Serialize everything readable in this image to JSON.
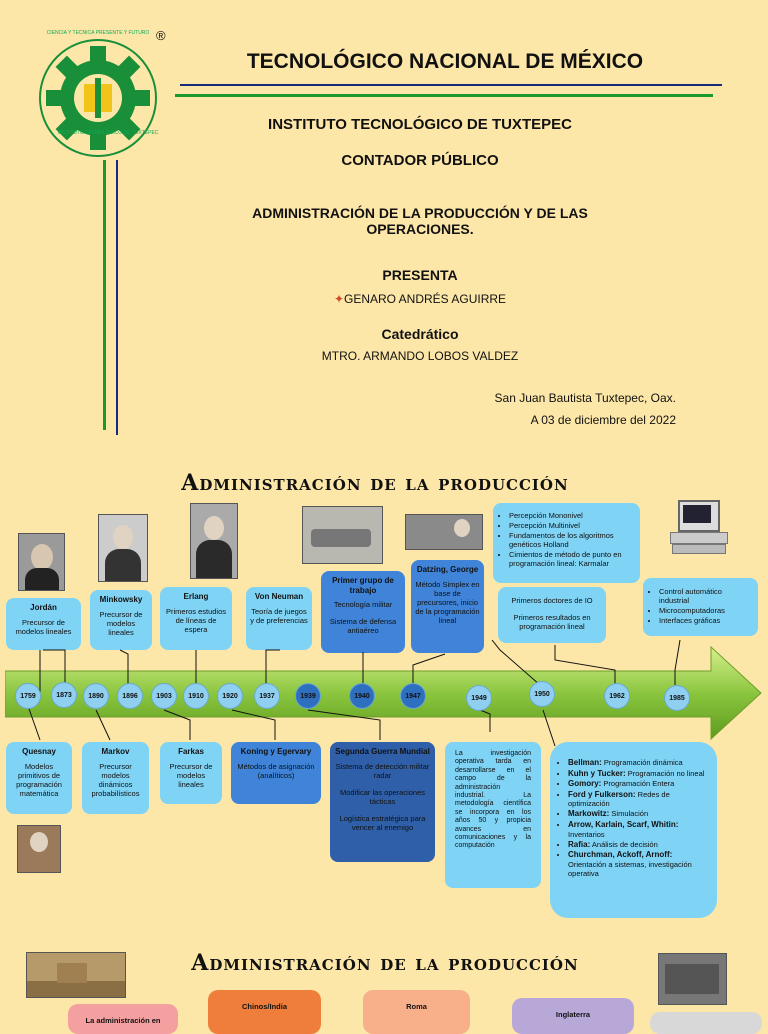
{
  "header": {
    "institution": "TECNOLÓGICO NACIONAL DE MÉXICO",
    "campus": "INSTITUTO TECNOLÓGICO DE TUXTEPEC",
    "career": "CONTADOR PÚBLICO",
    "subject": "ADMINISTRACIÓN DE LA PRODUCCIÓN Y DE LAS OPERACIONES.",
    "presenta_label": "PRESENTA",
    "student": "GENARO ANDRÉS AGUIRRE",
    "teacher_label": "Catedrático",
    "teacher": "MTRO. ARMANDO LOBOS VALDEZ",
    "place": "San Juan Bautista Tuxtepec, Oax.",
    "date": "A 03 de diciembre del 2022",
    "logo_ring_text": "INSTITUTO TECNOLOGICO DE TUXTEPEC",
    "logo_top_text": "CIENCIA Y TECNICA PRESENTE Y FUTURO",
    "registered_mark": "®"
  },
  "timeline": {
    "title": "Administración de la producción",
    "years": [
      "1759",
      "1873",
      "1890",
      "1896",
      "1903",
      "1910",
      "1920",
      "1937",
      "1939",
      "1940",
      "1947",
      "1949",
      "1950",
      "1962",
      "1985"
    ],
    "top": {
      "jordan": {
        "title": "Jordán",
        "text": "Precursor de modelos lineales"
      },
      "minkowsky": {
        "title": "Minkowsky",
        "text": "Precursor de modelos lineales"
      },
      "erlang": {
        "title": "Erlang",
        "text": "Primeros estudios de líneas de espera"
      },
      "vonneuman": {
        "title": "Von Neuman",
        "text": "Teoría de juegos y de preferencias"
      },
      "primer": {
        "title": "Primer grupo de trabajo",
        "text1": "Tecnología militar",
        "text2": "Sistema de defensa antiaéreo"
      },
      "dantzig": {
        "title": "Datzing, George",
        "text": "Método Simplex en base de precursores, inicio de la programación lineal"
      },
      "perceptron": {
        "items": [
          "Percepción Mononivel",
          "Percepción Multinivel",
          "Fundamentos de los algoritmos genéticos Holland",
          "Cimientos de método de punto en programación lineal: Karmalar"
        ]
      },
      "primeros": {
        "text1": "Primeros doctores de IO",
        "text2": "Primeros resultados en programación lineal"
      },
      "control": {
        "items": [
          "Control automático industrial",
          "Microcomputadoras",
          "Interfaces gráficas"
        ]
      }
    },
    "bottom": {
      "quesnay": {
        "title": "Quesnay",
        "text": "Modelos primitivos de programación matemática"
      },
      "markov": {
        "title": "Markov",
        "text": "Precursor modelos dinámicos probabilísticos"
      },
      "farkas": {
        "title": "Farkas",
        "text": "Precursor de modelos lineales"
      },
      "koning": {
        "title": "Koning y Egervary",
        "text": "Métodos de asignación (analíticos)"
      },
      "segunda": {
        "title": "Segunda Guerra Mundial",
        "text1": "Sistema de detección militar radar",
        "text2": "Modificar las operaciones tácticas",
        "text3": "Logística estratégica para vencer al enemigo"
      },
      "investigacion": {
        "text": "La investigación operativa tarda en desarrollarse en el campo de la administración industrial. La metodología científica se incorpora en los años 50 y propicia avances en comunicaciones y la computación"
      },
      "bellman": {
        "items": [
          {
            "name": "Bellman:",
            "desc": " Programación dinámica"
          },
          {
            "name": "Kuhn y Tucker:",
            "desc": " Programación no lineal"
          },
          {
            "name": "Gomory:",
            "desc": " Programación Entera"
          },
          {
            "name": "Ford y Fulkerson:",
            "desc": " Redes de optimización"
          },
          {
            "name": "Markowitz:",
            "desc": " Simulación"
          },
          {
            "name": "Arrow, Karlain, Scarf, Whitin:",
            "desc": " Inventarios"
          },
          {
            "name": "Rafia:",
            "desc": " Análisis de decisión"
          },
          {
            "name": "Churchman, Ackoff, Arnoff:",
            "desc": " Orientación a sistemas, investigación operativa"
          }
        ]
      }
    }
  },
  "section2": {
    "title": "Administración de la producción",
    "cards": [
      "La administración en",
      "Chinos/India",
      "Roma",
      "Inglaterra"
    ]
  },
  "colors": {
    "background": "#fde7a8",
    "arrow": "#8cc63f",
    "light_box": "#7fd3f5",
    "blue_box": "#3f84d8"
  }
}
